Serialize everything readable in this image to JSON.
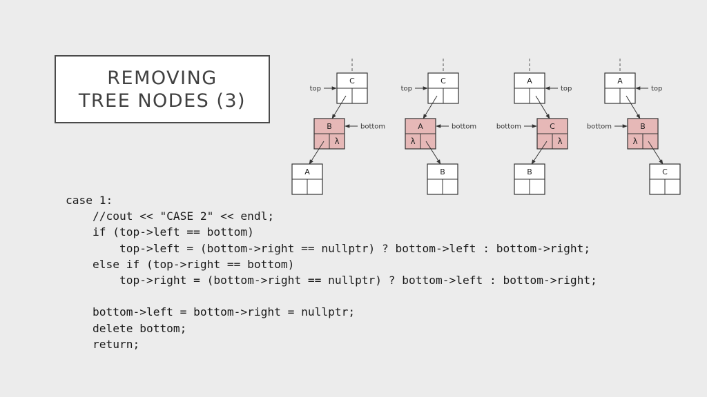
{
  "title": {
    "line1": "REMOVING",
    "line2": "TREE NODES (3)"
  },
  "code_lines": [
    "case 1:",
    "    //cout << \"CASE 2\" << endl;",
    "    if (top->left == bottom)",
    "        top->left = (bottom->right == nullptr) ? bottom->left : bottom->right;",
    "    else if (top->right == bottom)",
    "        top->right = (bottom->right == nullptr) ? bottom->left : bottom->right;",
    "",
    "    bottom->left = bottom->right = nullptr;",
    "    delete bottom;",
    "    return;"
  ],
  "colors": {
    "node_fill": "#ffffff",
    "highlight_fill": "#e6b8b7",
    "stroke": "#333333",
    "dashed": "#555555"
  },
  "diagrams": [
    {
      "top": {
        "label": "C",
        "pointer": "top",
        "pointer_side": "left"
      },
      "bottom": {
        "label": "B",
        "pointer": "bottom",
        "pointer_side": "right",
        "left_cell": "",
        "right_cell": "λ",
        "direction": "left"
      },
      "child": {
        "label": "A",
        "side": "left"
      }
    },
    {
      "top": {
        "label": "C",
        "pointer": "top",
        "pointer_side": "left"
      },
      "bottom": {
        "label": "A",
        "pointer": "bottom",
        "pointer_side": "right",
        "left_cell": "λ",
        "right_cell": "",
        "direction": "left"
      },
      "child": {
        "label": "B",
        "side": "right"
      }
    },
    {
      "top": {
        "label": "A",
        "pointer": "top",
        "pointer_side": "right"
      },
      "bottom": {
        "label": "C",
        "pointer": "bottom",
        "pointer_side": "left",
        "left_cell": "",
        "right_cell": "λ",
        "direction": "right"
      },
      "child": {
        "label": "B",
        "side": "left"
      }
    },
    {
      "top": {
        "label": "A",
        "pointer": "top",
        "pointer_side": "right"
      },
      "bottom": {
        "label": "B",
        "pointer": "bottom",
        "pointer_side": "left",
        "left_cell": "λ",
        "right_cell": "",
        "direction": "right"
      },
      "child": {
        "label": "C",
        "side": "right"
      }
    }
  ]
}
